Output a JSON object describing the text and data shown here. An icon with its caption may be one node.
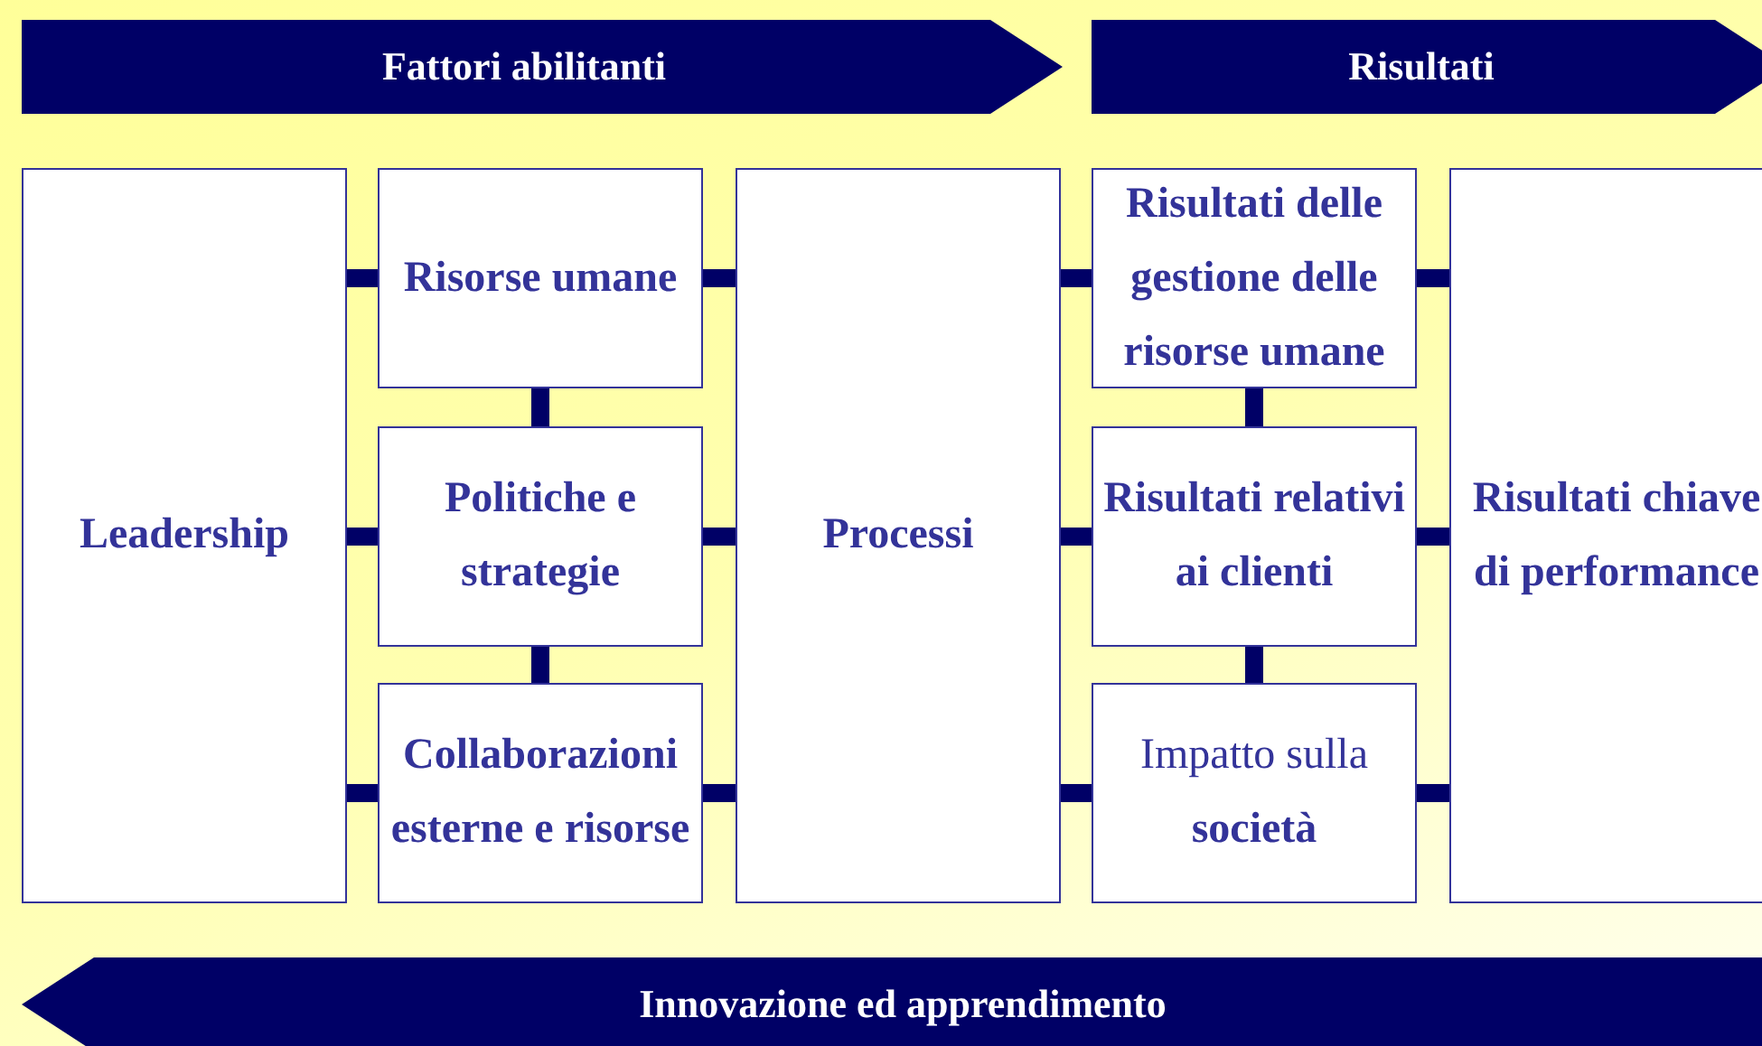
{
  "diagram": {
    "nodes": [
      {
        "text": [
          "Fattori abilitanti"
        ]
      },
      {
        "text": [
          "Risultati"
        ]
      },
      {
        "text": [
          "Leadership"
        ]
      },
      {
        "text": [
          "Risorse umane"
        ]
      },
      {
        "text": [
          "Politiche e strategie"
        ]
      },
      {
        "text": [
          "Collaborazioni esterne e risorse"
        ]
      },
      {
        "text": [
          "Processi"
        ]
      },
      {
        "text": [
          "Risultati delle gestione delle risorse umane"
        ]
      },
      {
        "text": [
          "Risultati relativi ai clienti"
        ]
      },
      {
        "text": [
          "Impatto sulla **società**"
        ]
      },
      {
        "text": [
          "Risultati chiave di performance"
        ]
      },
      {
        "text": [
          "Innovazione ed apprendimento"
        ]
      }
    ],
    "edges": [
      {
        "from": 2,
        "to": 3,
        "arrow": "none"
      },
      {
        "from": 2,
        "to": 4,
        "arrow": "none"
      },
      {
        "from": 2,
        "to": 5,
        "arrow": "none"
      },
      {
        "from": 3,
        "to": 4,
        "arrow": "none"
      },
      {
        "from": 4,
        "to": 5,
        "arrow": "none"
      },
      {
        "from": 3,
        "to": 6,
        "arrow": "none"
      },
      {
        "from": 4,
        "to": 6,
        "arrow": "none"
      },
      {
        "from": 5,
        "to": 6,
        "arrow": "none"
      },
      {
        "from": 6,
        "to": 7,
        "arrow": "none"
      },
      {
        "from": 6,
        "to": 8,
        "arrow": "none"
      },
      {
        "from": 6,
        "to": 9,
        "arrow": "none"
      },
      {
        "from": 7,
        "to": 8,
        "arrow": "none"
      },
      {
        "from": 8,
        "to": 9,
        "arrow": "none"
      },
      {
        "from": 7,
        "to": 10,
        "arrow": "none"
      },
      {
        "from": 8,
        "to": 10,
        "arrow": "none"
      },
      {
        "from": 9,
        "to": 10,
        "arrow": "none"
      }
    ]
  }
}
